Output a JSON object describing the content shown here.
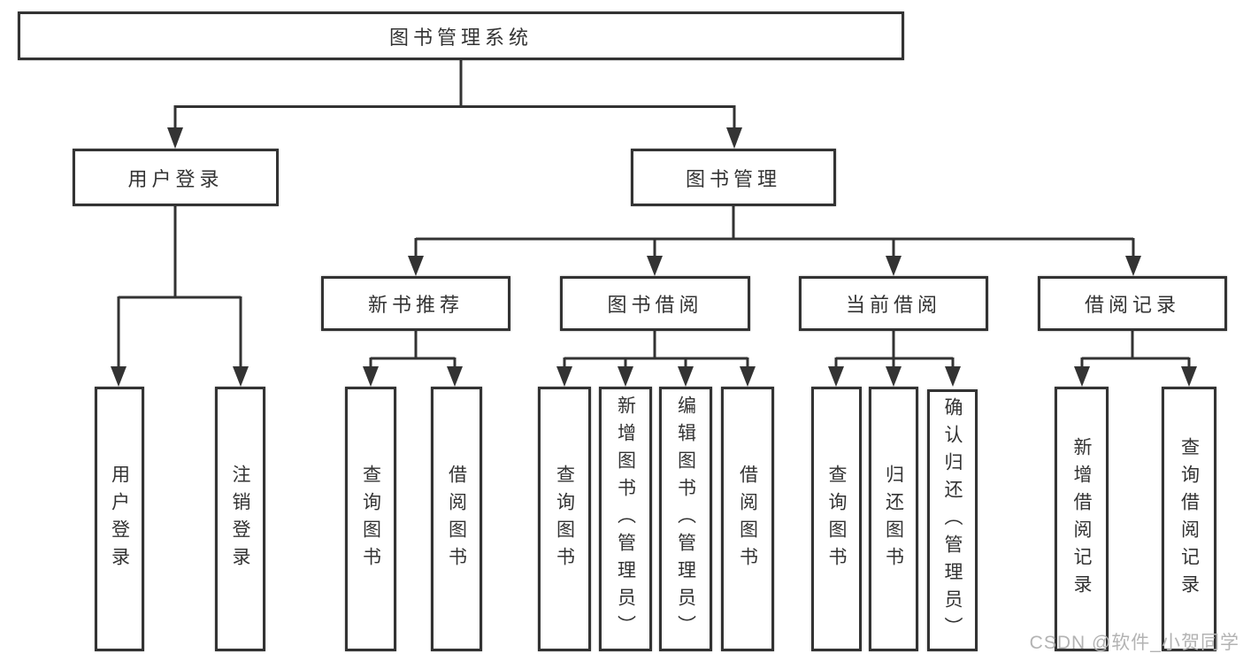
{
  "watermark": "CSDN @软件_小贺同学",
  "colors": {
    "line": "#333333",
    "box_border": "#333333",
    "text": "#333333",
    "watermark": "#b3b3b3",
    "background": "#ffffff"
  },
  "tree": {
    "root_label": "图书管理系统",
    "branches": [
      {
        "label": "用户登录",
        "leaves": [
          "用户登录",
          "注销登录"
        ]
      },
      {
        "label": "图书管理",
        "groups": [
          {
            "label": "新书推荐",
            "leaves": [
              "查询图书",
              "借阅图书"
            ]
          },
          {
            "label": "图书借阅",
            "leaves": [
              "查询图书",
              "新增图书（管理员）",
              "编辑图书（管理员）",
              "借阅图书"
            ]
          },
          {
            "label": "当前借阅",
            "leaves": [
              "查询图书",
              "归还图书",
              "确认归还（管理员）"
            ]
          },
          {
            "label": "借阅记录",
            "leaves": [
              "新增借阅记录",
              "查询借阅记录"
            ]
          }
        ]
      }
    ]
  }
}
